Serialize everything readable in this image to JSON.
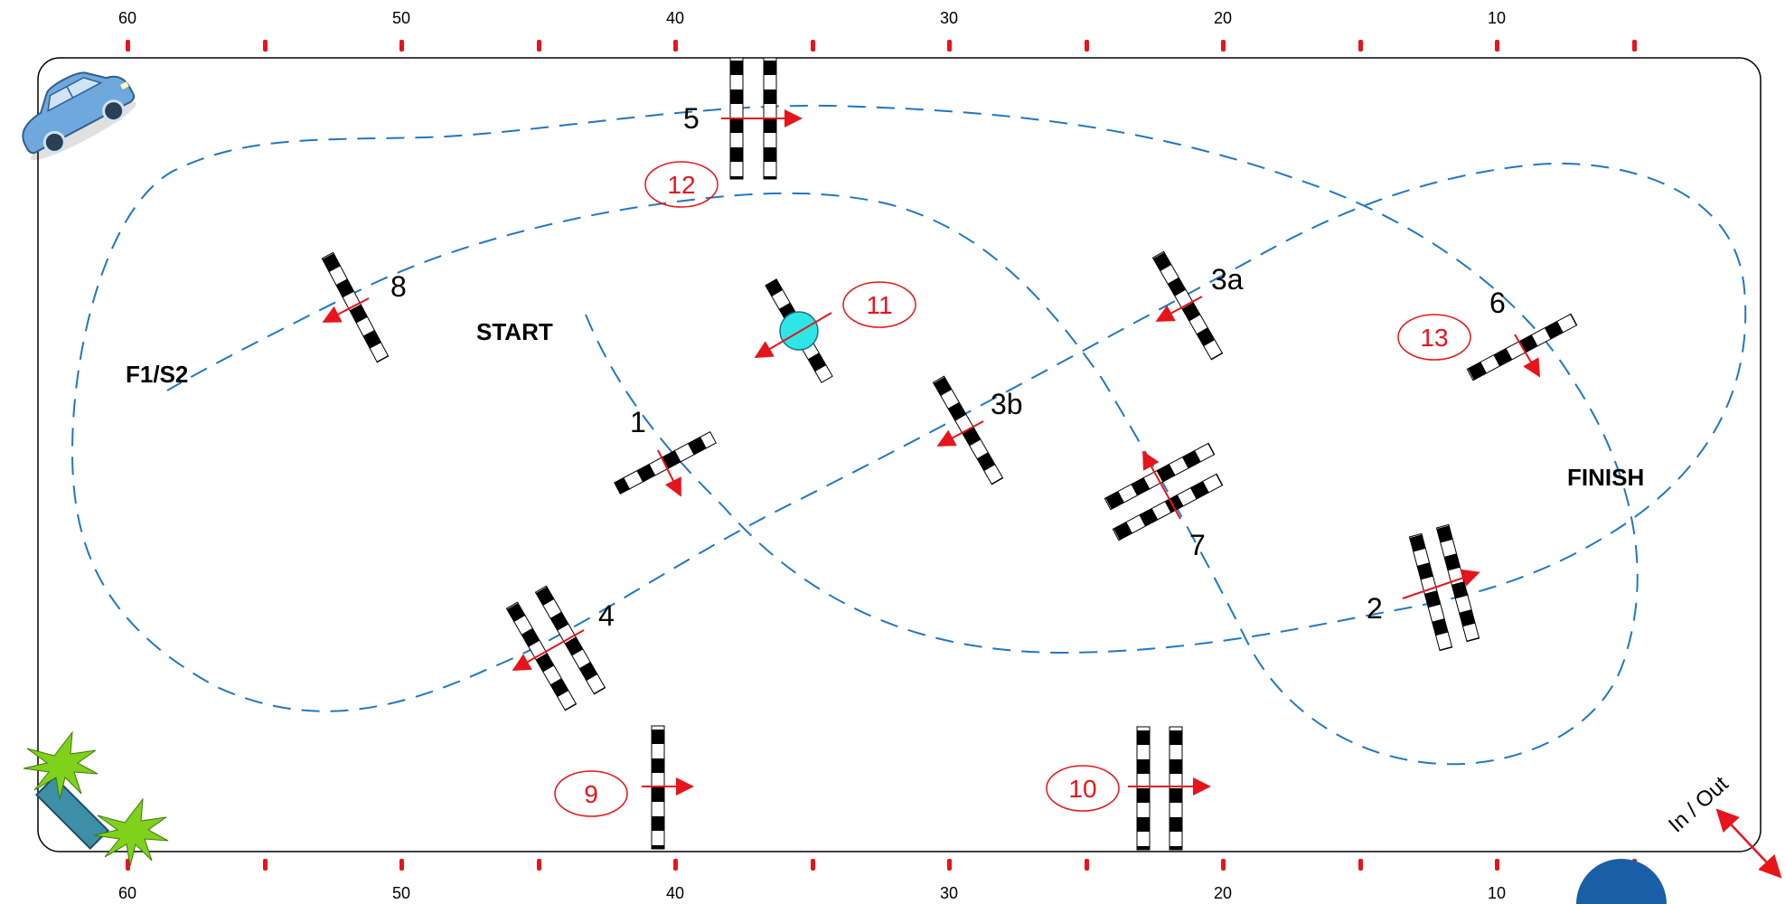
{
  "scale": {
    "ticks": [
      "60",
      "50",
      "40",
      "30",
      "20",
      "10"
    ]
  },
  "labels": {
    "start": "START",
    "finish": "FINISH",
    "f1s2": "F1/S2",
    "in_out": "In / Out"
  },
  "gates": [
    {
      "id": "1",
      "label": "1"
    },
    {
      "id": "2",
      "label": "2"
    },
    {
      "id": "3a",
      "label": "3a"
    },
    {
      "id": "3b",
      "label": "3b"
    },
    {
      "id": "4",
      "label": "4"
    },
    {
      "id": "5",
      "label": "5"
    },
    {
      "id": "6",
      "label": "6"
    },
    {
      "id": "7",
      "label": "7"
    },
    {
      "id": "8",
      "label": "8"
    }
  ],
  "extra_gates": [
    {
      "id": "9",
      "label": "9"
    },
    {
      "id": "10",
      "label": "10"
    },
    {
      "id": "11",
      "label": "11"
    },
    {
      "id": "12",
      "label": "12"
    },
    {
      "id": "13",
      "label": "13"
    }
  ],
  "colors": {
    "path": "#1f77c4",
    "arrow": "#e8141b",
    "border": "#000000",
    "pylon": "#2ee6e6",
    "car": "#6fa8dc",
    "planter": "#3d8fa8",
    "palm": "#7fd11b"
  },
  "icons": {
    "car": "car-icon",
    "planter": "palm-planter-icon",
    "pylon": "pylon-icon"
  }
}
